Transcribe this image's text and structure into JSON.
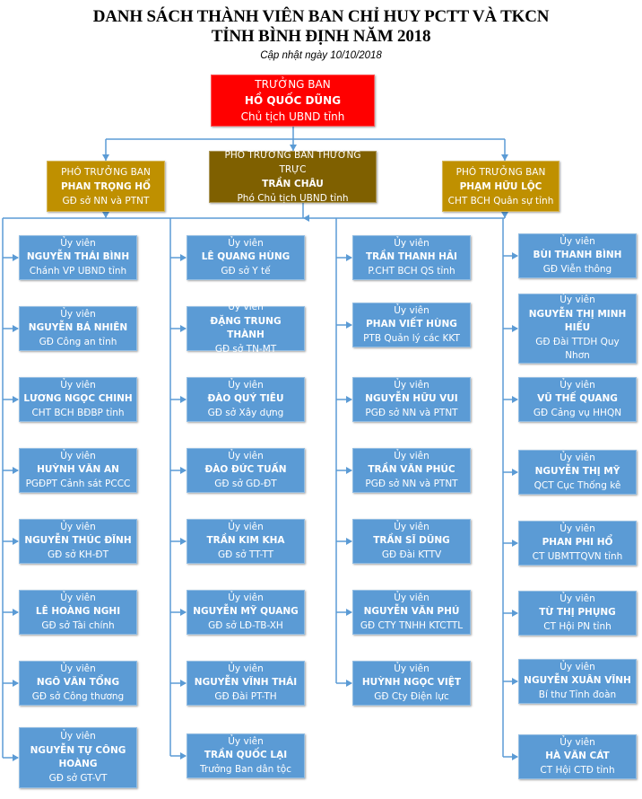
{
  "header": {
    "title_line1": "DANH SÁCH THÀNH VIÊN BAN CHỈ HUY PCTT VÀ TKCN",
    "title_line2": "TỈNH BÌNH ĐỊNH NĂM 2018",
    "updated": "Cập nhật ngày 10/10/2018"
  },
  "colors": {
    "chief": "#ff0000",
    "deputy": "#bf9000",
    "deputy_standing": "#7f6000",
    "member": "#5b9bd5",
    "connector": "#5b9bd5"
  },
  "chief": {
    "role": "TRƯỞNG BAN",
    "name": "HỒ QUỐC DŨNG",
    "position": "Chủ tịch UBND tỉnh"
  },
  "deputies": [
    {
      "role": "PHÓ TRƯỞNG BAN",
      "name": "PHAN TRỌNG HỔ",
      "position": "GĐ sở NN và PTNT"
    },
    {
      "role": "PHÓ TRƯỞNG BAN THƯỜNG TRỰC",
      "name": "TRẦN CHÂU",
      "position": "Phó Chủ tịch UBND tỉnh"
    },
    {
      "role": "PHÓ TRƯỞNG BAN",
      "name": "PHẠM HỮU LỘC",
      "position": "CHT BCH Quân sự tỉnh"
    }
  ],
  "columns": [
    [
      {
        "role": "Ủy viên",
        "name": "NGUYỄN THÁI BÌNH",
        "position": "Chánh VP UBND tỉnh"
      },
      {
        "role": "Ủy viên",
        "name": "NGUYỄN BÁ NHIÊN",
        "position": "GĐ Công an tỉnh"
      },
      {
        "role": "Ủy viên",
        "name": "LƯƠNG NGỌC CHINH",
        "position": "CHT BCH BĐBP tỉnh"
      },
      {
        "role": "Ủy viên",
        "name": "HUỲNH VĂN AN",
        "position": "PGĐPT Cảnh sát PCCC"
      },
      {
        "role": "Ủy viên",
        "name": "NGUYỄN THÚC ĐĨNH",
        "position": "GĐ sở KH-ĐT"
      },
      {
        "role": "Ủy viên",
        "name": "LÊ HOÀNG NGHI",
        "position": "GĐ sở Tài chính"
      },
      {
        "role": "Ủy viên",
        "name": "NGÔ VĂN TỔNG",
        "position": "GĐ sở Công thương"
      },
      {
        "role": "Ủy viên",
        "name": "NGUYỄN TỰ CÔNG HOÀNG",
        "position": "GĐ sở GT-VT"
      }
    ],
    [
      {
        "role": "Ủy viên",
        "name": "LÊ QUANG HÙNG",
        "position": "GĐ sở Y tế"
      },
      {
        "role": "Ủy viên",
        "name": "ĐẶNG TRUNG THÀNH",
        "position": "GĐ sở TN-MT"
      },
      {
        "role": "Ủy viên",
        "name": "ĐÀO QUÝ TIÊU",
        "position": "GĐ sở Xây dựng"
      },
      {
        "role": "Ủy viên",
        "name": "ĐÀO ĐỨC TUẤN",
        "position": "GĐ sở GD-ĐT"
      },
      {
        "role": "Ủy viên",
        "name": "TRẦN KIM KHA",
        "position": "GĐ sở TT-TT"
      },
      {
        "role": "Ủy viên",
        "name": "NGUYỄN MỸ QUANG",
        "position": "GĐ sở LĐ-TB-XH"
      },
      {
        "role": "Ủy viên",
        "name": "NGUYỄN VĨNH THÁI",
        "position": "GĐ Đài PT-TH"
      },
      {
        "role": "Ủy viên",
        "name": "TRẦN QUỐC LẠI",
        "position": "Trưởng Ban dân tộc"
      }
    ],
    [
      {
        "role": "Ủy viên",
        "name": "TRẦN THANH HẢI",
        "position": "P.CHT BCH QS tỉnh"
      },
      {
        "role": "Ủy viên",
        "name": "PHAN VIẾT HÙNG",
        "position": "PTB Quản lý các KKT"
      },
      {
        "role": "Ủy viên",
        "name": "NGUYỄN HỮU VUI",
        "position": "PGĐ sở NN và PTNT"
      },
      {
        "role": "Ủy viên",
        "name": "TRẦN VĂN PHÚC",
        "position": "PGĐ sở NN và PTNT"
      },
      {
        "role": "Ủy viên",
        "name": "TRẦN SĨ DŨNG",
        "position": "GĐ Đài KTTV"
      },
      {
        "role": "Ủy viên",
        "name": "NGUYỄN VĂN PHÚ",
        "position": "GĐ CTY TNHH KTCTTL"
      },
      {
        "role": "Ủy viên",
        "name": "HUỲNH NGỌC VIỆT",
        "position": "GĐ Cty Điện lực"
      }
    ],
    [
      {
        "role": "Ủy viên",
        "name": "BÙI THANH BÌNH",
        "position": "GĐ Viễn thông"
      },
      {
        "role": "Ủy viên",
        "name": "NGUYỄN THỊ MINH HIẾU",
        "position": "GĐ Đài TTDH Quy Nhơn"
      },
      {
        "role": "Ủy viên",
        "name": "VŨ THẾ QUANG",
        "position": "GĐ Cảng vụ HHQN"
      },
      {
        "role": "Ủy viên",
        "name": "NGUYỄN THỊ MỸ",
        "position": "QCT Cục Thống kê"
      },
      {
        "role": "Ủy viên",
        "name": "PHAN PHI HỔ",
        "position": "CT UBMTTQVN tỉnh"
      },
      {
        "role": "Ủy viên",
        "name": "TỪ THỊ PHỤNG",
        "position": "CT Hội PN tỉnh"
      },
      {
        "role": "Ủy viên",
        "name": "NGUYỄN XUÂN VĨNH",
        "position": "Bí thư Tỉnh đoàn"
      },
      {
        "role": "Ủy viên",
        "name": "HÀ VĂN CÁT",
        "position": "CT Hội CTĐ tỉnh"
      }
    ]
  ]
}
